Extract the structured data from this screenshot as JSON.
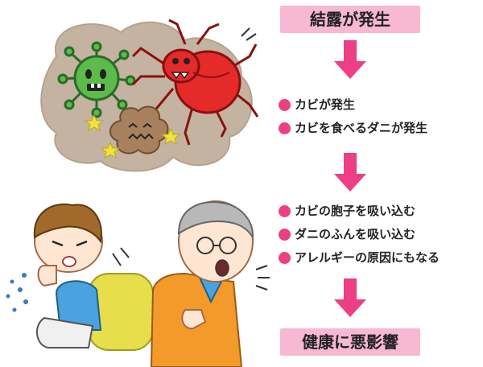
{
  "flow": {
    "top_label": "結露が発生",
    "group1": [
      "カビが発生",
      "カビを食べるダニが発生"
    ],
    "group2": [
      "カビの胞子を吸い込む",
      "ダニのふんを吸い込む",
      "アレルギーの原因にもなる"
    ],
    "bottom_label": "健康に悪影響"
  },
  "colors": {
    "accent_pink": "#ec3f84",
    "label_bg": "#f7b8d2",
    "mold_blob": "#c3b3a0",
    "mite_red": "#e52a2a",
    "virus_green": "#5cbb4a",
    "chair_yellow": "#e6de4a",
    "sweater_orange": "#f39a2b",
    "shirt_blue": "#4aa3df"
  },
  "icons": [
    "virus-icon",
    "dust-mite-icon",
    "mold-icon",
    "star-icon",
    "down-arrow-icon"
  ]
}
